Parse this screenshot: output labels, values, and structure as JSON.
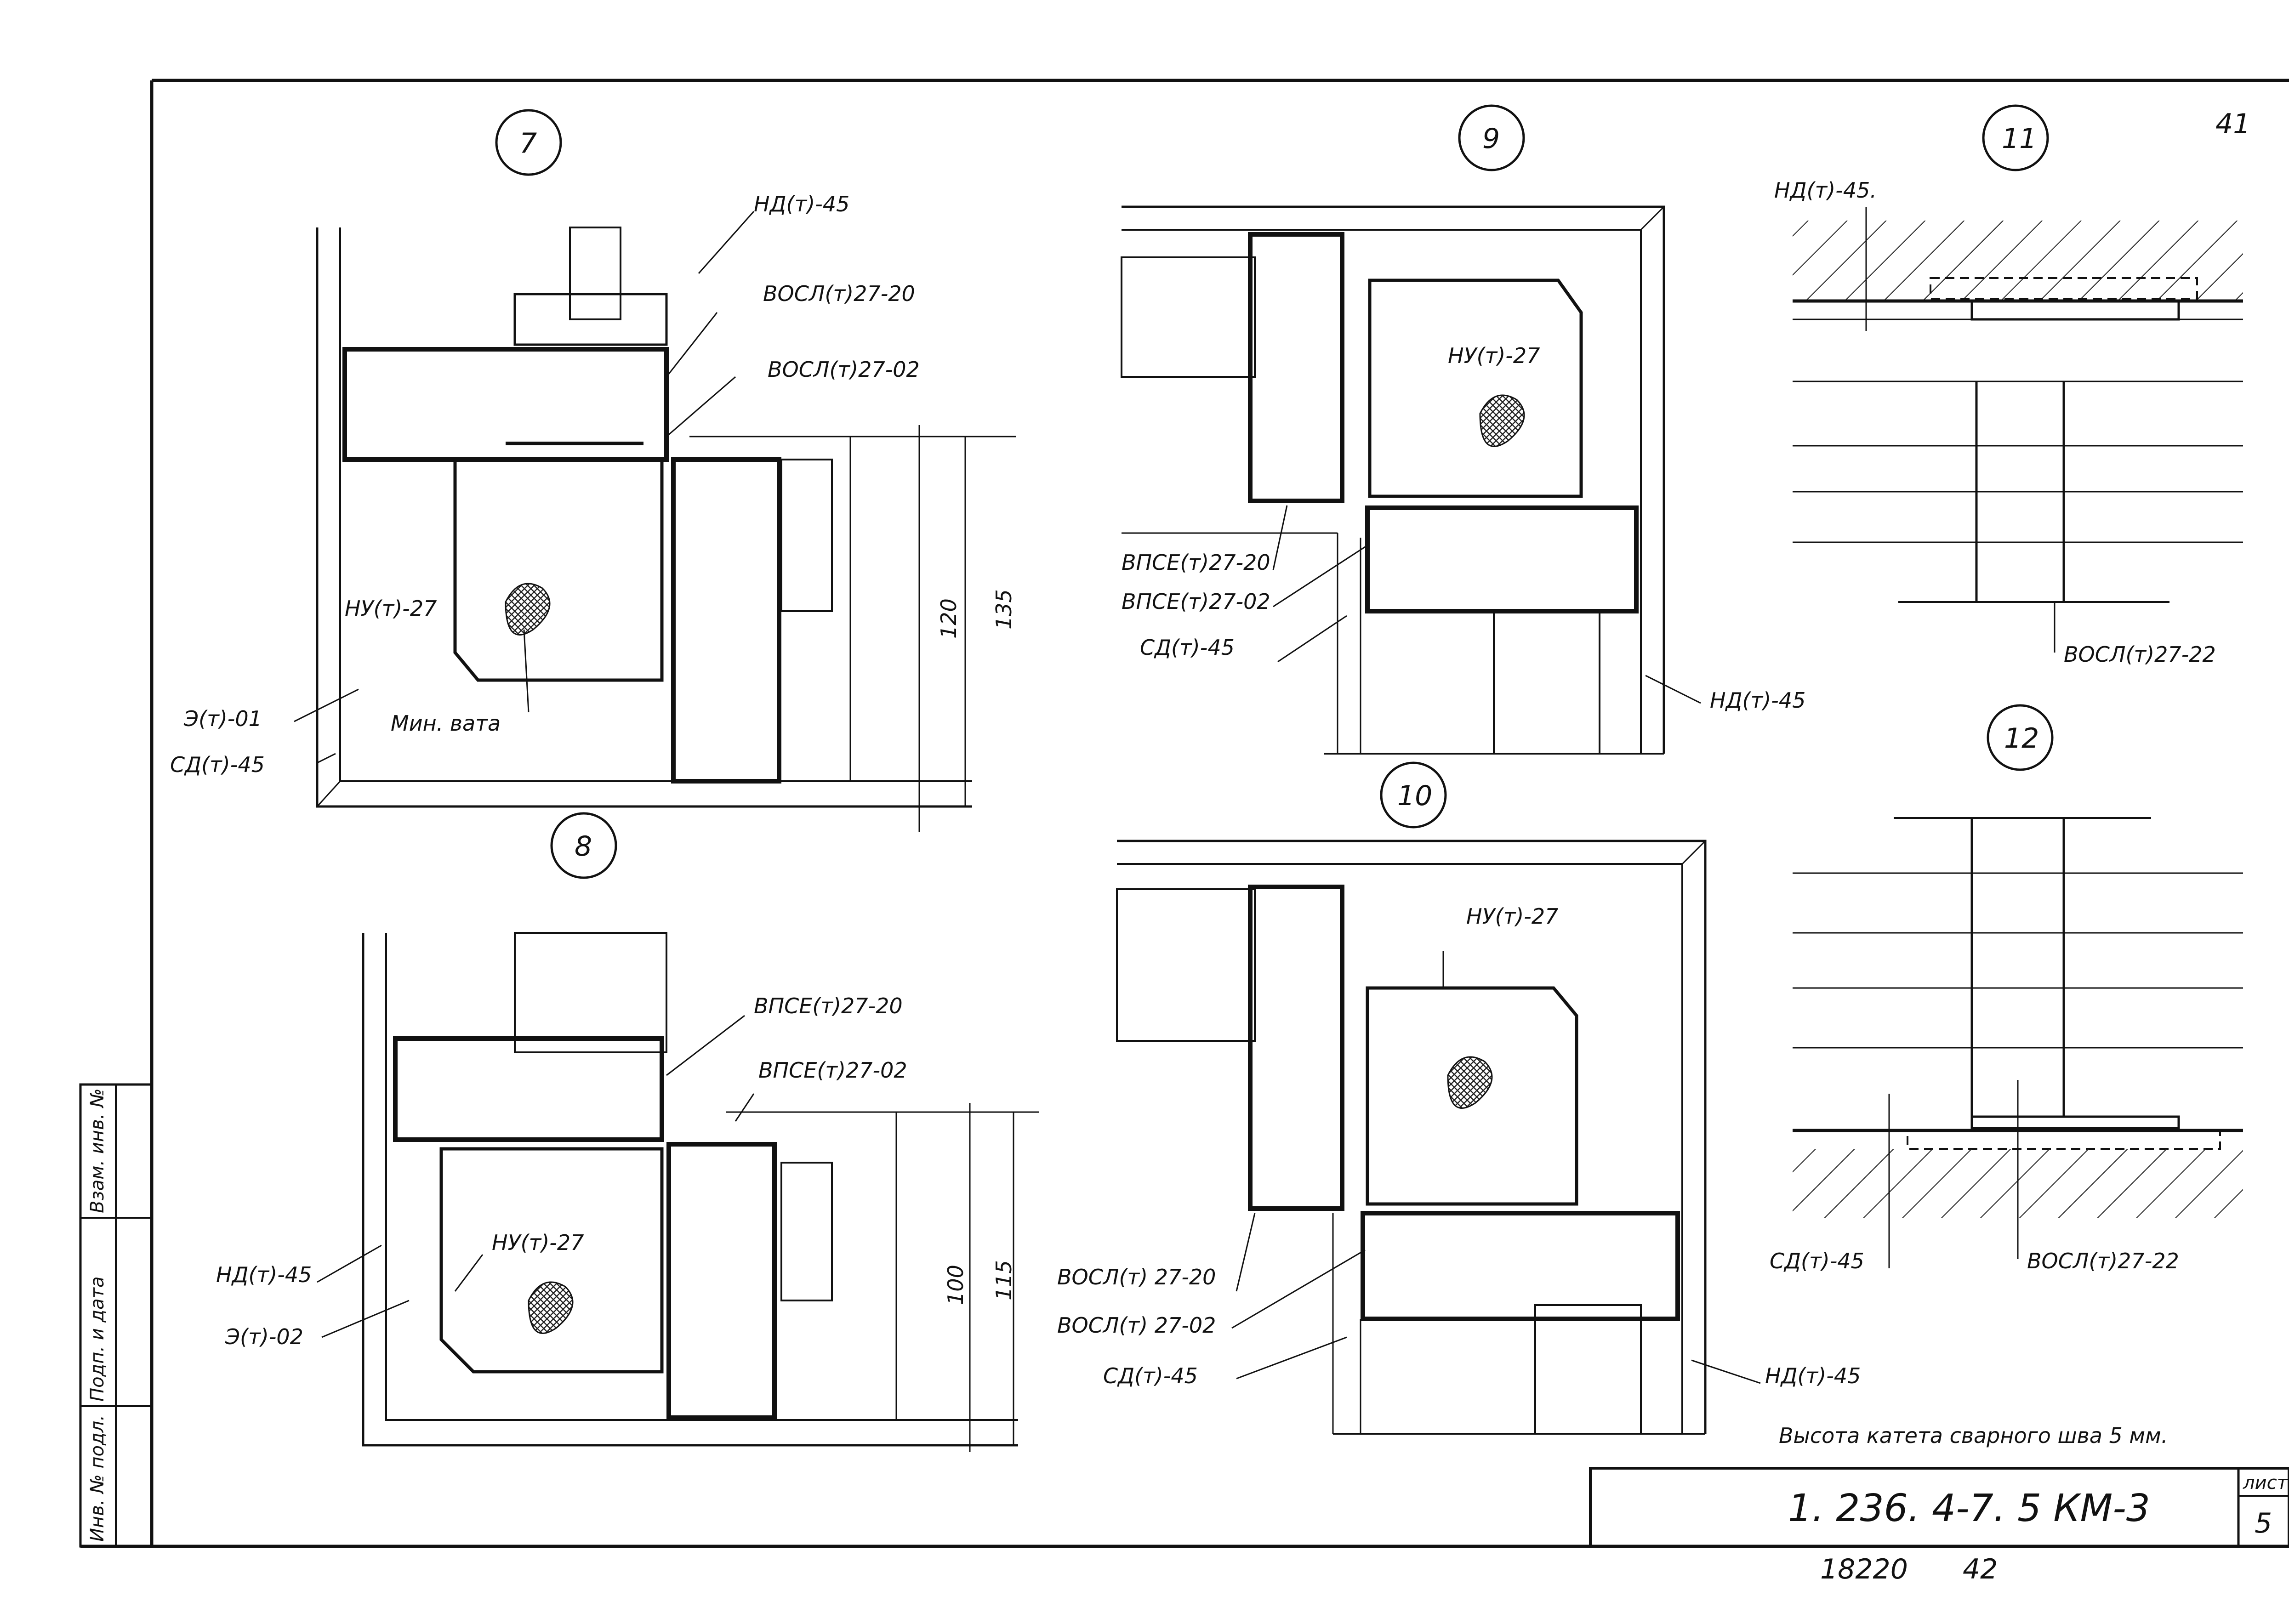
{
  "sheet": {
    "page_number": "41",
    "designation": "1. 236. 4-7. 5  КМ-3",
    "sheet_label": "лист",
    "sheet_number": "5",
    "inventory": "18220",
    "inventory_page": "42",
    "weld_note": "Высота катета сварного шва  5 мм."
  },
  "stamp": {
    "col1": "Инв. № подл.",
    "col2": "Подп. и дата",
    "col3": "Взам. инв. №"
  },
  "details": {
    "d7": {
      "marker": "7",
      "labels": [
        "НД(т)-45",
        "ВОСЛ(т)27-20",
        "ВОСЛ(т)27-02",
        "НУ(т)-27",
        "Э(т)-01",
        "СД(т)-45",
        "Мин. вата"
      ],
      "dims": [
        "120",
        "135"
      ]
    },
    "d8": {
      "marker": "8",
      "labels": [
        "ВПСЕ(т)27-20",
        "ВПСЕ(т)27-02",
        "НУ(т)-27",
        "НД(т)-45",
        "Э(т)-02"
      ],
      "dims": [
        "100",
        "115"
      ]
    },
    "d9": {
      "marker": "9",
      "labels": [
        "НУ(т)-27",
        "ВПСЕ(т)27-20",
        "ВПСЕ(т)27-02",
        "СД(т)-45",
        "НД(т)-45"
      ]
    },
    "d10": {
      "marker": "10",
      "labels": [
        "НУ(т)-27",
        "ВОСЛ(т) 27-20",
        "ВОСЛ(т) 27-02",
        "СД(т)-45",
        "НД(т)-45"
      ]
    },
    "d11": {
      "marker": "11",
      "labels": [
        "НД(т)-45.",
        "ВОСЛ(т)27-22"
      ]
    },
    "d12": {
      "marker": "12",
      "labels": [
        "СД(т)-45",
        "ВОСЛ(т)27-22"
      ]
    }
  }
}
